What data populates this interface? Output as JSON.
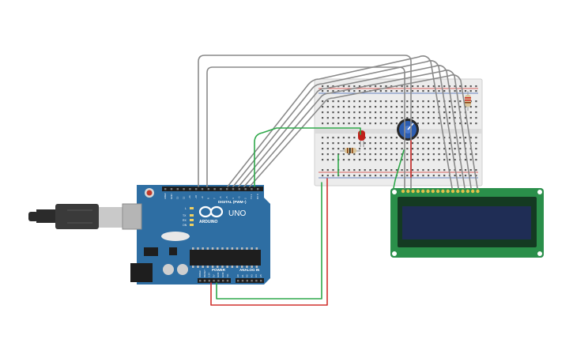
{
  "arduino": {
    "brand": "ARDUINO",
    "model": "UNO",
    "digital_label": "DIGITAL (PWM~)",
    "power_label": "POWER",
    "analog_label": "ANALOG IN",
    "header_pins_top": [
      "AREF",
      "GND",
      "13",
      "12",
      "~11",
      "~10",
      "~9",
      "8",
      "7",
      "~6",
      "~5",
      "4",
      "~3",
      "2",
      "TX 1",
      "RX 0"
    ],
    "header_pins_power": [
      "IOREF",
      "RESET",
      "3.3V",
      "5V",
      "GND",
      "GND",
      "Vin"
    ],
    "header_pins_analog": [
      "A0",
      "A1",
      "A2",
      "A3",
      "A4",
      "A5"
    ],
    "led_labels": [
      "L",
      "TX",
      "RX",
      "ON"
    ]
  },
  "colors": {
    "board": "#2e6ea3",
    "board_dark": "#245a87",
    "breadboard": "#efefef",
    "lcd_pcb": "#2a8f4a",
    "lcd_screen": "#1f2d55",
    "wire_gray": "#8a8a8a",
    "wire_green": "#2fa84a",
    "wire_red": "#d0312d",
    "led_red": "#c0201a",
    "pot_blue": "#2c5db0"
  },
  "icons": {
    "usb": "usb-cable-icon",
    "infinity": "arduino-logo-icon"
  }
}
